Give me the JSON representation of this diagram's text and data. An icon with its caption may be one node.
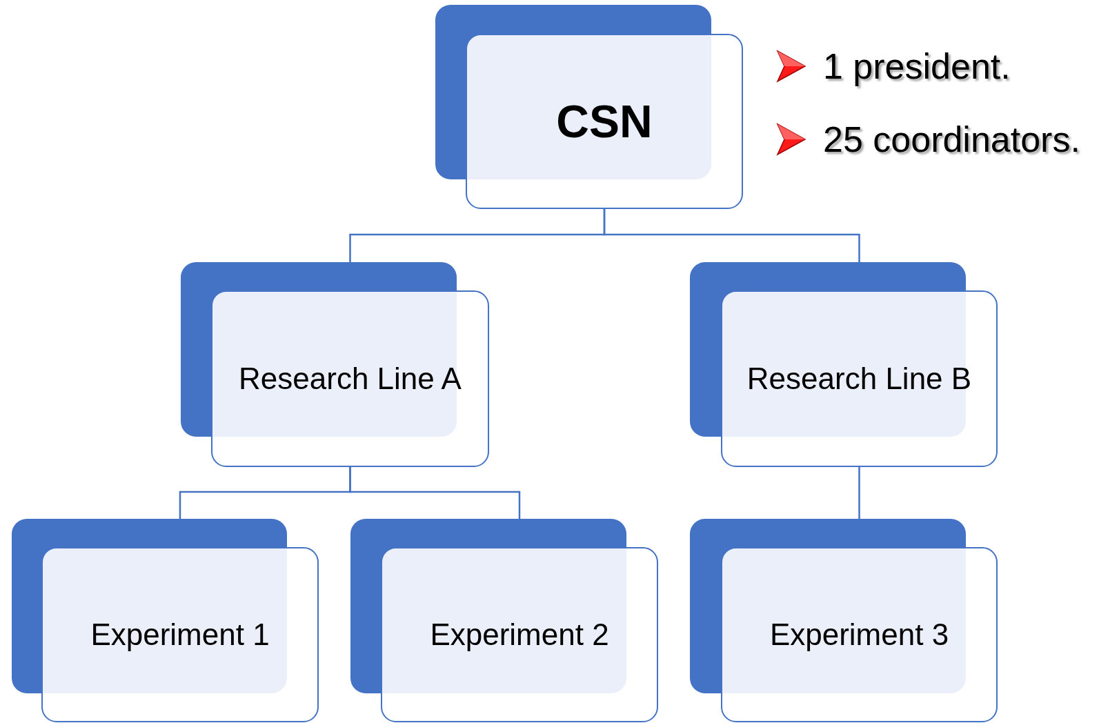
{
  "diagram": {
    "nodes": [
      {
        "text": [
          "CSN"
        ]
      },
      {
        "text": [
          "Research Line A"
        ]
      },
      {
        "text": [
          "Research Line B"
        ]
      },
      {
        "text": [
          "Experiment 1"
        ]
      },
      {
        "text": [
          "Experiment 2"
        ]
      },
      {
        "text": [
          "Experiment 3"
        ]
      }
    ],
    "edges": [
      {
        "from": 0,
        "to": 1,
        "arrow": "none"
      },
      {
        "from": 0,
        "to": 2,
        "arrow": "none"
      },
      {
        "from": 1,
        "to": 3,
        "arrow": "none"
      },
      {
        "from": 1,
        "to": 4,
        "arrow": "none"
      },
      {
        "from": 2,
        "to": 5,
        "arrow": "none"
      }
    ],
    "labels": [
      "1 president.",
      "25 coordinators."
    ]
  }
}
